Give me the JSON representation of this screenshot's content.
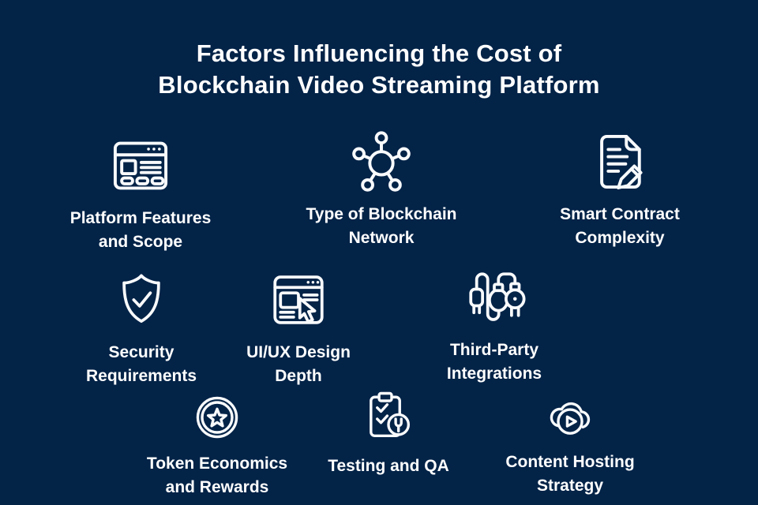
{
  "theme": {
    "background": "#032347",
    "text_color": "#FFFFFF",
    "icon_stroke": "#F8FAFC"
  },
  "title": {
    "lines": [
      "Factors Influencing the Cost of",
      "Blockchain Video Streaming Platform"
    ]
  },
  "factors": [
    {
      "id": "platform-features",
      "icon": "browser-window-icon",
      "label": "Platform Features and Scope",
      "lines": [
        "Platform Features",
        "and Scope"
      ]
    },
    {
      "id": "blockchain-network",
      "icon": "network-nodes-icon",
      "label": "Type of Blockchain Network",
      "lines": [
        "Type of Blockchain",
        "Network"
      ]
    },
    {
      "id": "smart-contract",
      "icon": "document-pencil-icon",
      "label": "Smart Contract Complexity",
      "lines": [
        "Smart Contract",
        "Complexity"
      ]
    },
    {
      "id": "security",
      "icon": "shield-check-icon",
      "label": "Security Requirements",
      "lines": [
        "Security",
        "Requirements"
      ]
    },
    {
      "id": "uiux-design",
      "icon": "browser-cursor-icon",
      "label": "UI/UX Design Depth",
      "lines": [
        "UI/UX Design",
        "Depth"
      ]
    },
    {
      "id": "third-party",
      "icon": "plugs-cable-icon",
      "label": "Third-Party Integrations",
      "lines": [
        "Third-Party",
        "Integrations"
      ]
    },
    {
      "id": "token-economics",
      "icon": "token-star-icon",
      "label": "Token Economics and Rewards",
      "lines": [
        "Token Economics",
        "and Rewards"
      ]
    },
    {
      "id": "testing-qa",
      "icon": "clipboard-wrench-icon",
      "label": "Testing and QA",
      "lines": [
        "Testing and QA"
      ]
    },
    {
      "id": "content-hosting",
      "icon": "cloud-play-icon",
      "label": "Content Hosting Strategy",
      "lines": [
        "Content Hosting",
        "Strategy"
      ]
    }
  ]
}
